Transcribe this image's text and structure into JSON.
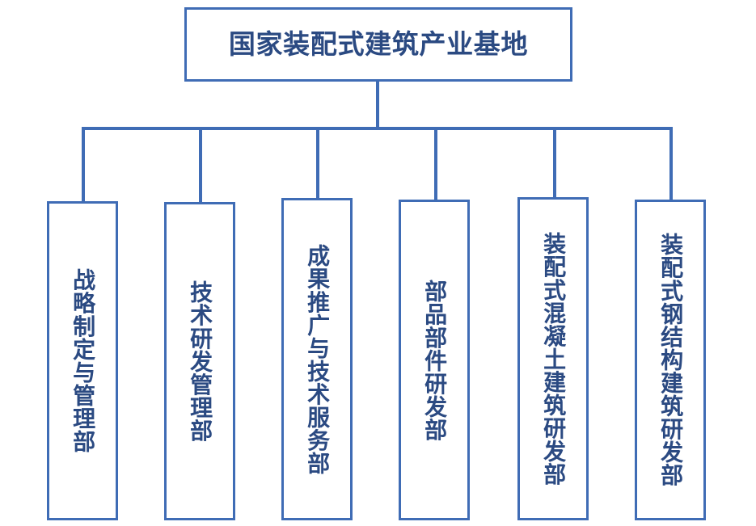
{
  "diagram": {
    "type": "organization-chart",
    "title_node": {
      "id": "root",
      "label": "国家装配式建筑产业基地"
    },
    "colors": {
      "border": "#3f6cb5",
      "text": "#2b4a82",
      "connector": "#3f6cb5",
      "background": "#ffffff"
    },
    "children": [
      {
        "id": "dept-1",
        "label": "战略制定与管理部"
      },
      {
        "id": "dept-2",
        "label": "技术研发管理部"
      },
      {
        "id": "dept-3",
        "label": "成果推广与技术服务部"
      },
      {
        "id": "dept-4",
        "label": "部品部件研发部"
      },
      {
        "id": "dept-5",
        "label": "装配式混凝土建筑研发部"
      },
      {
        "id": "dept-6",
        "label": "装配式钢结构建筑研发部"
      }
    ]
  }
}
